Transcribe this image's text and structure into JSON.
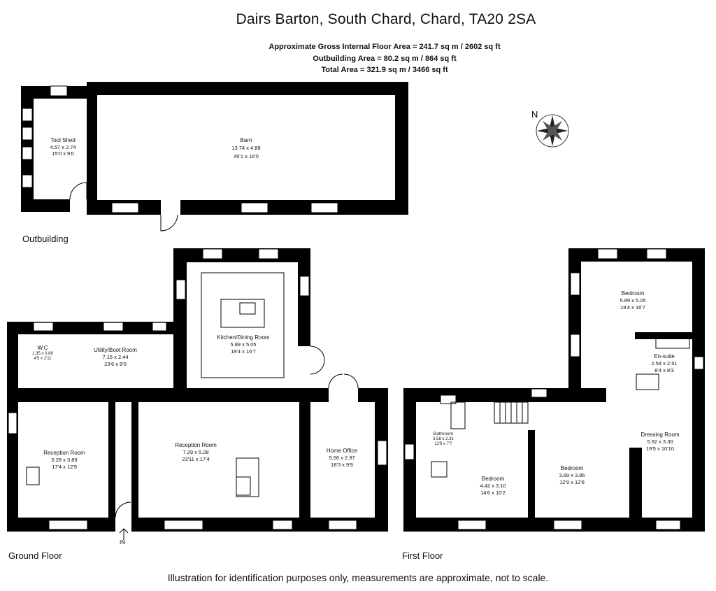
{
  "title": "Dairs Barton, South Chard, Chard, TA20 2SA",
  "areas": {
    "gross": "Approximate Gross Internal Floor Area  = 241.7 sq m / 2602 sq ft",
    "outbuilding": "Outbuilding Area = 80.2 sq m / 864 sq ft",
    "total": "Total Area = 321.9 sq m / 3466 sq ft"
  },
  "compass": {
    "label": "N"
  },
  "labels": {
    "outbuilding": "Outbuilding",
    "ground_floor": "Ground Floor",
    "first_floor": "First Floor",
    "entrance": "IN"
  },
  "rooms": {
    "tool_shed": {
      "name": "Tool Shed",
      "metric": "4.57 x 2.74",
      "imperial": "15'0 x 9'0"
    },
    "barn": {
      "name": "Barn",
      "metric": "13.74 x 4.88",
      "imperial": "45'1 x 16'0"
    },
    "wc": {
      "name": "W.C",
      "metric": "1.35 x 0.89",
      "imperial": "4'5 x 2'11"
    },
    "utility": {
      "name": "Utility/Boot Room",
      "metric": "7.16 x 2.44",
      "imperial": "23'6 x 8'0"
    },
    "kitchen": {
      "name": "Kitchen/Dining Room",
      "metric": "5.89 x 5.05",
      "imperial": "19'4 x 16'7"
    },
    "reception_left": {
      "name": "Reception Room",
      "metric": "5.28 x 3.89",
      "imperial": "17'4 x 12'9"
    },
    "reception_main": {
      "name": "Reception Room",
      "metric": "7.29 x 5.28",
      "imperial": "23'11 x 17'4"
    },
    "home_office": {
      "name": "Home Office",
      "metric": "5.56 x 2.97",
      "imperial": "18'3 x 9'9"
    },
    "bedroom_top": {
      "name": "Bedroom",
      "metric": "5.89 x 5.05",
      "imperial": "19'4 x 16'7"
    },
    "ensuite": {
      "name": "En-suite",
      "metric": "2.54 x 2.51",
      "imperial": "8'4 x 8'3"
    },
    "bathroom": {
      "name": "Bathroom",
      "metric": "3.58 x 2.31",
      "imperial": "11'9 x 7'7"
    },
    "dressing": {
      "name": "Dressing Room",
      "metric": "5.92 x 3.30",
      "imperial": "19'5 x 10'10"
    },
    "bedroom_mid": {
      "name": "Bedroom",
      "metric": "3.89 x 3.86",
      "imperial": "12'9 x 12'8"
    },
    "bedroom_left": {
      "name": "Bedroom",
      "metric": "4.42 x 3.10",
      "imperial": "14'6 x 10'2"
    }
  },
  "footnote": "Illustration for identification purposes only, measurements are approximate, not to scale."
}
